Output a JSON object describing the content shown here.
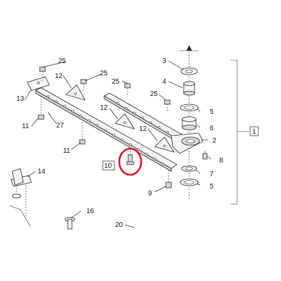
{
  "diagram": {
    "callouts": {
      "c1": "1",
      "c2": "2",
      "c3": "3",
      "c4": "4",
      "c5a": "5",
      "c5b": "5",
      "c6": "6",
      "c7": "7",
      "c8": "8",
      "c9": "9",
      "c10": "10",
      "c11a": "11",
      "c11b": "11",
      "c12a": "12",
      "c12b": "12",
      "c12c": "12",
      "c13": "13",
      "c14": "14",
      "c16": "16",
      "c20": "20",
      "c25a": "25",
      "c25b": "25",
      "c25c": "25",
      "c25d": "25",
      "c27": "27"
    },
    "highlight": {
      "target": "10",
      "color": "#e0141e"
    },
    "line_color": "#222222"
  }
}
